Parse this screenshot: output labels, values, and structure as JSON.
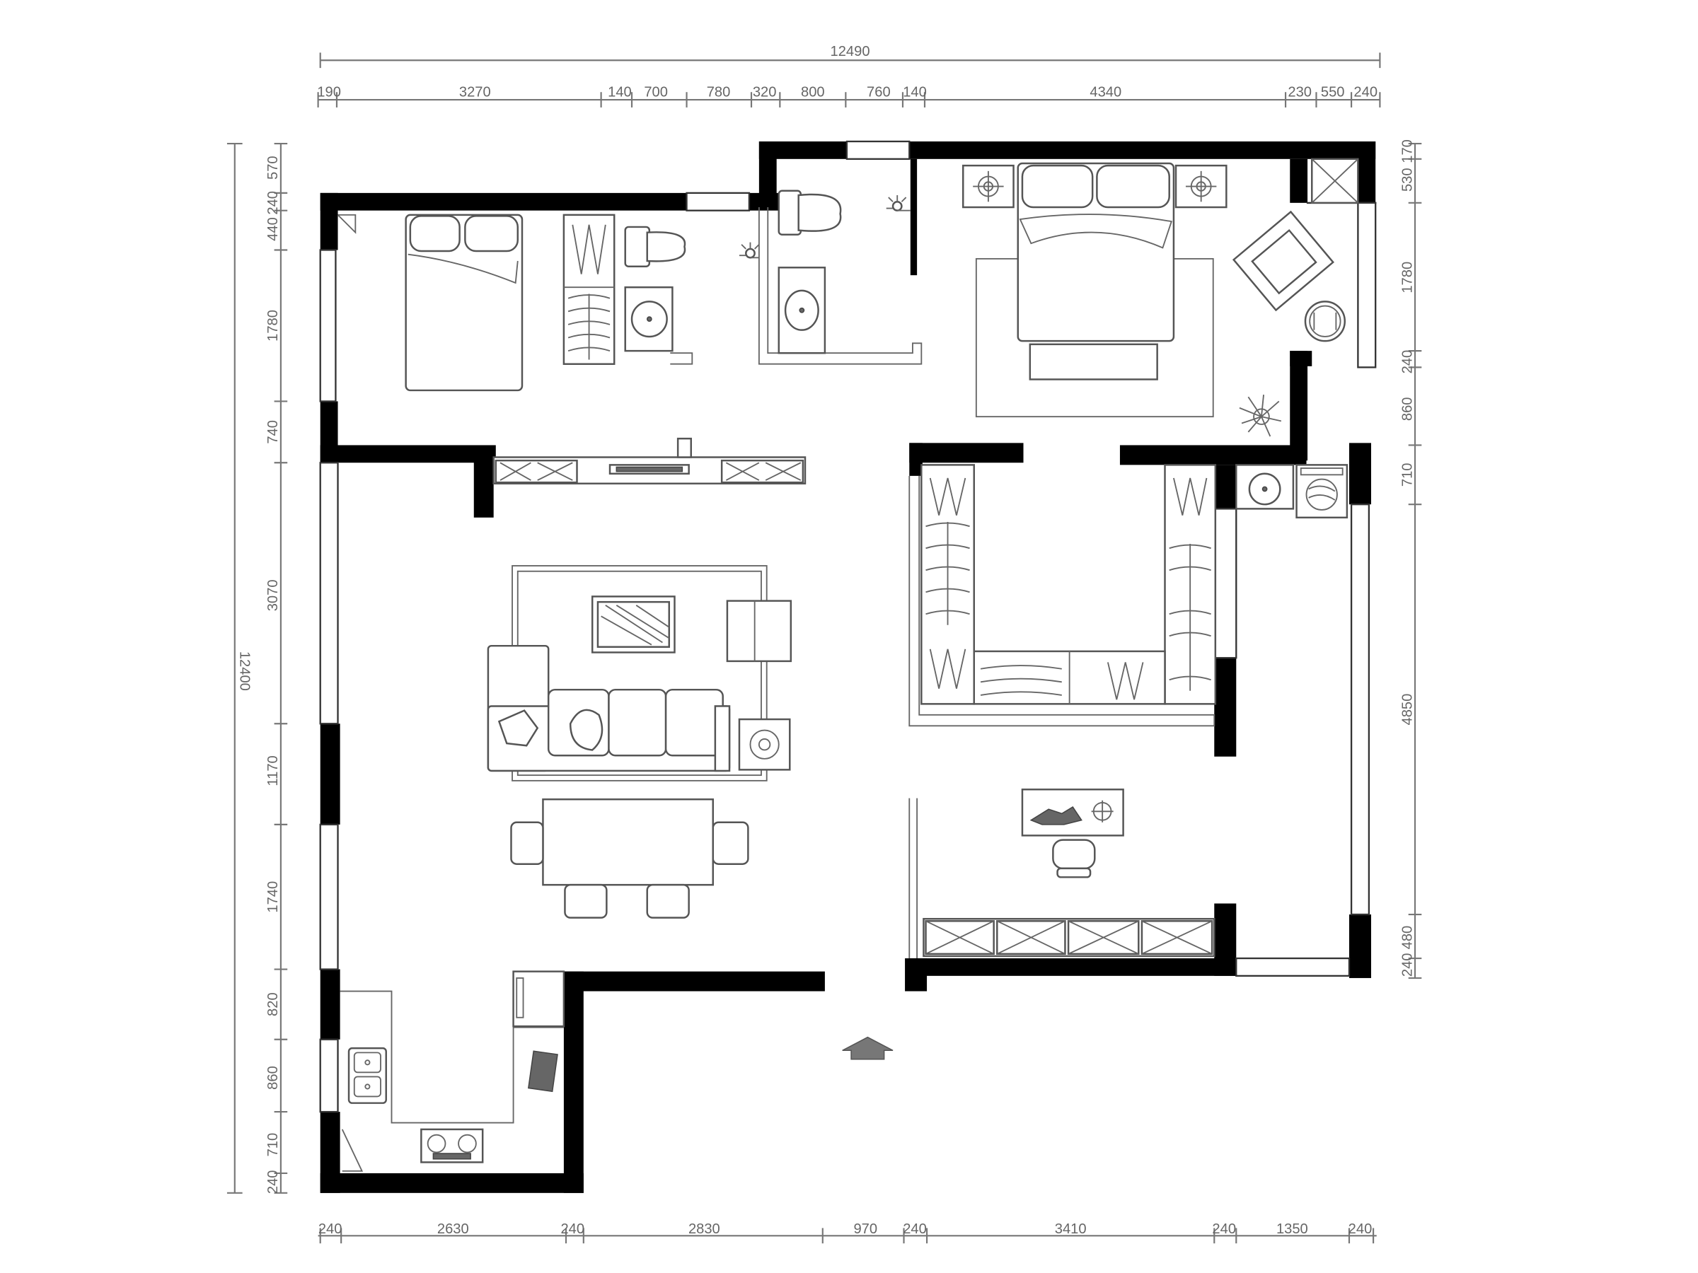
{
  "plan": {
    "total_width_label": "12490",
    "total_height_label": "12400"
  },
  "dims_top": [
    "190",
    "3270",
    "140",
    "700",
    "780",
    "320",
    "800",
    "760",
    "140",
    "4340",
    "230",
    "550",
    "240"
  ],
  "dims_bottom": [
    "240",
    "2630",
    "240",
    "2830",
    "970",
    "240",
    "3410",
    "240",
    "1350",
    "240"
  ],
  "dims_left": [
    "570",
    "240",
    "440",
    "1780",
    "740",
    "3070",
    "1170",
    "1740",
    "820",
    "860",
    "710",
    "240"
  ],
  "dims_right": [
    "170",
    "530",
    "1780",
    "240",
    "860",
    "710",
    "4850",
    "480",
    "240"
  ],
  "colors": {
    "wall": "#000000",
    "line": "#555555",
    "dim": "#777777"
  }
}
